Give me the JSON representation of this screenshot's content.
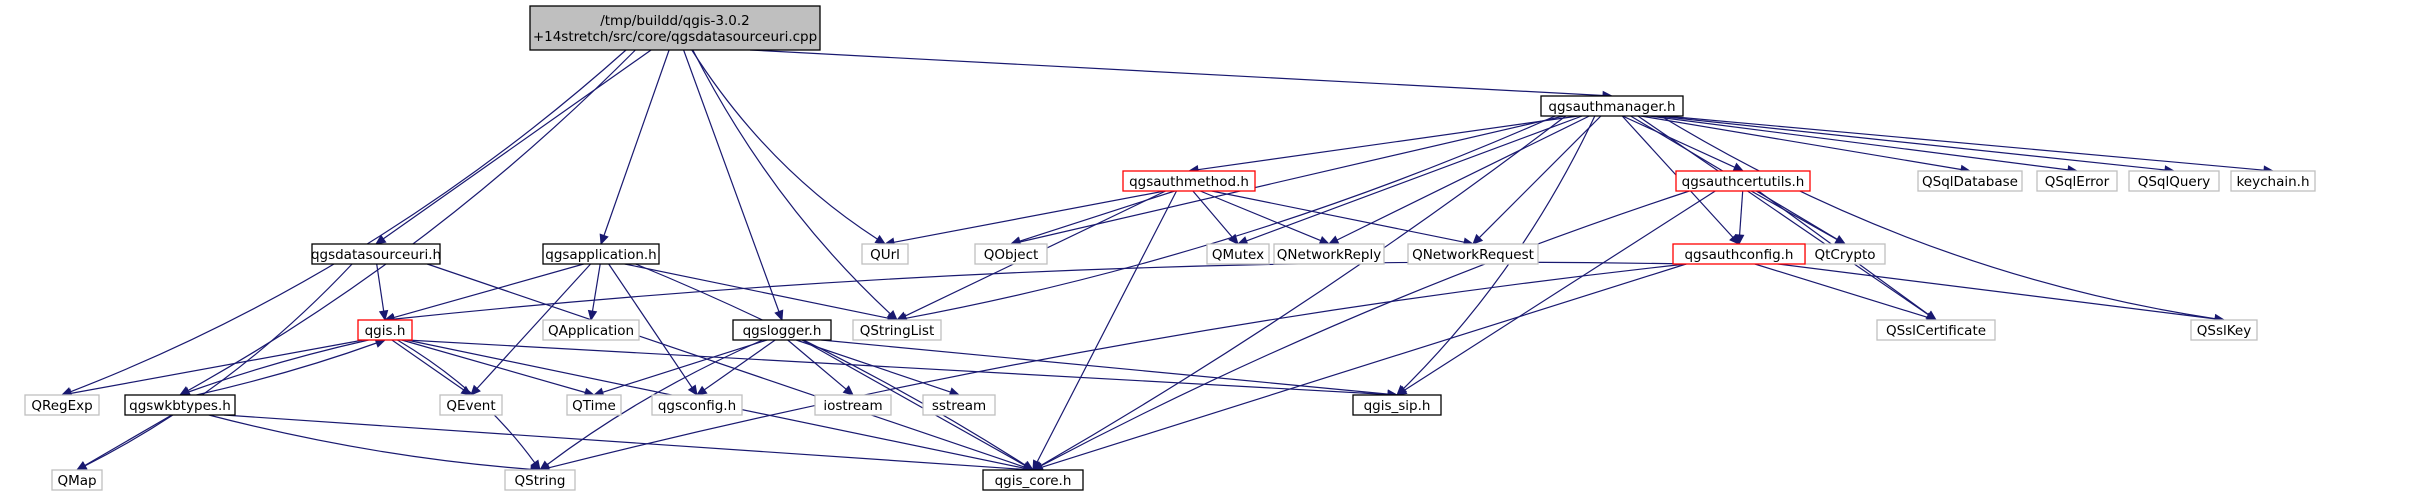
{
  "diagram": {
    "type": "include-dependency-graph",
    "colors": {
      "edge": "#191970",
      "root_fill": "#bfbfbf",
      "documented_border": "#000000",
      "undocumented_border": "#bfbfbf",
      "truncated_border": "#ff0000",
      "muted_text": "#000000"
    },
    "nodes": [
      {
        "id": "root",
        "lines": [
          "/tmp/buildd/qgis-3.0.2",
          "+14stretch/src/core/qgsdatasourceuri.cpp"
        ],
        "kind": "root"
      },
      {
        "id": "qgsauthmanager",
        "lines": [
          "qgsauthmanager.h"
        ],
        "kind": "documented"
      },
      {
        "id": "qgsdatasourceuri_h",
        "lines": [
          "qgsdatasourceuri.h"
        ],
        "kind": "documented"
      },
      {
        "id": "qgsapplication",
        "lines": [
          "qgsapplication.h"
        ],
        "kind": "documented"
      },
      {
        "id": "qgsauthmethod",
        "lines": [
          "qgsauthmethod.h"
        ],
        "kind": "truncated"
      },
      {
        "id": "qgsauthcertutils",
        "lines": [
          "qgsauthcertutils.h"
        ],
        "kind": "truncated"
      },
      {
        "id": "QSqlDatabase",
        "lines": [
          "QSqlDatabase"
        ],
        "kind": "external"
      },
      {
        "id": "QSqlError",
        "lines": [
          "QSqlError"
        ],
        "kind": "external"
      },
      {
        "id": "QSqlQuery",
        "lines": [
          "QSqlQuery"
        ],
        "kind": "external"
      },
      {
        "id": "keychain",
        "lines": [
          "keychain.h"
        ],
        "kind": "external"
      },
      {
        "id": "QUrl",
        "lines": [
          "QUrl"
        ],
        "kind": "external"
      },
      {
        "id": "QObject",
        "lines": [
          "QObject"
        ],
        "kind": "external"
      },
      {
        "id": "QMutex",
        "lines": [
          "QMutex"
        ],
        "kind": "external"
      },
      {
        "id": "QNetworkReply",
        "lines": [
          "QNetworkReply"
        ],
        "kind": "external"
      },
      {
        "id": "QNetworkRequest",
        "lines": [
          "QNetworkRequest"
        ],
        "kind": "external"
      },
      {
        "id": "QtCrypto",
        "lines": [
          "QtCrypto"
        ],
        "kind": "external"
      },
      {
        "id": "qgsauthconfig",
        "lines": [
          "qgsauthconfig.h"
        ],
        "kind": "truncated"
      },
      {
        "id": "qgis_h",
        "lines": [
          "qgis.h"
        ],
        "kind": "truncated"
      },
      {
        "id": "QApplication",
        "lines": [
          "QApplication"
        ],
        "kind": "external"
      },
      {
        "id": "QStringList",
        "lines": [
          "QStringList"
        ],
        "kind": "external"
      },
      {
        "id": "qgslogger",
        "lines": [
          "qgslogger.h"
        ],
        "kind": "documented"
      },
      {
        "id": "QSslCertificate",
        "lines": [
          "QSslCertificate"
        ],
        "kind": "external"
      },
      {
        "id": "QSslKey",
        "lines": [
          "QSslKey"
        ],
        "kind": "external"
      },
      {
        "id": "QRegExp",
        "lines": [
          "QRegExp"
        ],
        "kind": "external"
      },
      {
        "id": "qgswkbtypes",
        "lines": [
          "qgswkbtypes.h"
        ],
        "kind": "documented"
      },
      {
        "id": "QEvent",
        "lines": [
          "QEvent"
        ],
        "kind": "external"
      },
      {
        "id": "QTime",
        "lines": [
          "QTime"
        ],
        "kind": "external"
      },
      {
        "id": "qgsconfig",
        "lines": [
          "qgsconfig.h"
        ],
        "kind": "external"
      },
      {
        "id": "iostream",
        "lines": [
          "iostream"
        ],
        "kind": "external"
      },
      {
        "id": "sstream",
        "lines": [
          "sstream"
        ],
        "kind": "external"
      },
      {
        "id": "qgis_sip",
        "lines": [
          "qgis_sip.h"
        ],
        "kind": "documented"
      },
      {
        "id": "QMap",
        "lines": [
          "QMap"
        ],
        "kind": "external"
      },
      {
        "id": "QString",
        "lines": [
          "QString"
        ],
        "kind": "external"
      },
      {
        "id": "qgis_core",
        "lines": [
          "qgis_core.h"
        ],
        "kind": "documented"
      }
    ],
    "edges": [
      [
        "root",
        "qgsauthmanager"
      ],
      [
        "root",
        "qgsdatasourceuri_h"
      ],
      [
        "root",
        "qgsapplication"
      ],
      [
        "root",
        "qgslogger"
      ],
      [
        "root",
        "QStringList"
      ],
      [
        "root",
        "QUrl"
      ],
      [
        "root",
        "QRegExp"
      ],
      [
        "root",
        "qgswkbtypes"
      ],
      [
        "qgsauthmanager",
        "qgsauthmethod"
      ],
      [
        "qgsauthmanager",
        "qgsauthcertutils"
      ],
      [
        "qgsauthmanager",
        "qgsauthconfig"
      ],
      [
        "qgsauthmanager",
        "QSqlDatabase"
      ],
      [
        "qgsauthmanager",
        "QSqlError"
      ],
      [
        "qgsauthmanager",
        "QSqlQuery"
      ],
      [
        "qgsauthmanager",
        "keychain"
      ],
      [
        "qgsauthmanager",
        "QObject"
      ],
      [
        "qgsauthmanager",
        "QMutex"
      ],
      [
        "qgsauthmanager",
        "QNetworkReply"
      ],
      [
        "qgsauthmanager",
        "QNetworkRequest"
      ],
      [
        "qgsauthmanager",
        "QtCrypto"
      ],
      [
        "qgsauthmanager",
        "QStringList"
      ],
      [
        "qgsauthmanager",
        "QSslCertificate"
      ],
      [
        "qgsauthmanager",
        "QSslKey"
      ],
      [
        "qgsauthmanager",
        "qgis_sip"
      ],
      [
        "qgsauthmanager",
        "qgis_core"
      ],
      [
        "qgsauthmethod",
        "QUrl"
      ],
      [
        "qgsauthmethod",
        "QObject"
      ],
      [
        "qgsauthmethod",
        "QMutex"
      ],
      [
        "qgsauthmethod",
        "QNetworkReply"
      ],
      [
        "qgsauthmethod",
        "QNetworkRequest"
      ],
      [
        "qgsauthmethod",
        "QStringList"
      ],
      [
        "qgsauthmethod",
        "qgis_core"
      ],
      [
        "qgsauthcertutils",
        "qgsauthconfig"
      ],
      [
        "qgsauthcertutils",
        "QtCrypto"
      ],
      [
        "qgsauthcertutils",
        "QSslCertificate"
      ],
      [
        "qgsauthcertutils",
        "qgis_sip"
      ],
      [
        "qgsauthcertutils",
        "qgis_core"
      ],
      [
        "qgsauthconfig",
        "qgis_h"
      ],
      [
        "qgsauthconfig",
        "QSslCertificate"
      ],
      [
        "qgsauthconfig",
        "QSslKey"
      ],
      [
        "qgsauthconfig",
        "QString"
      ],
      [
        "qgsauthconfig",
        "qgis_core"
      ],
      [
        "qgsdatasourceuri_h",
        "qgis_h"
      ],
      [
        "qgsdatasourceuri_h",
        "QMap"
      ],
      [
        "qgsdatasourceuri_h",
        "qgis_core"
      ],
      [
        "qgsapplication",
        "qgis_h"
      ],
      [
        "qgsapplication",
        "QApplication"
      ],
      [
        "qgsapplication",
        "QEvent"
      ],
      [
        "qgsapplication",
        "QStringList"
      ],
      [
        "qgsapplication",
        "qgsconfig"
      ],
      [
        "qgsapplication",
        "qgis_core"
      ],
      [
        "qgis_h",
        "QRegExp"
      ],
      [
        "qgis_h",
        "qgswkbtypes"
      ],
      [
        "qgis_h",
        "QEvent"
      ],
      [
        "qgis_h",
        "QTime"
      ],
      [
        "qgis_h",
        "qgis_sip"
      ],
      [
        "qgis_h",
        "QString"
      ],
      [
        "qgis_h",
        "qgis_core"
      ],
      [
        "qgswkbtypes",
        "qgis_h"
      ],
      [
        "qgswkbtypes",
        "QMap"
      ],
      [
        "qgswkbtypes",
        "QString"
      ],
      [
        "qgswkbtypes",
        "qgis_core"
      ],
      [
        "qgslogger",
        "QTime"
      ],
      [
        "qgslogger",
        "qgsconfig"
      ],
      [
        "qgslogger",
        "iostream"
      ],
      [
        "qgslogger",
        "sstream"
      ],
      [
        "qgslogger",
        "qgis_sip"
      ],
      [
        "qgslogger",
        "QString"
      ],
      [
        "qgslogger",
        "qgis_core"
      ]
    ]
  }
}
